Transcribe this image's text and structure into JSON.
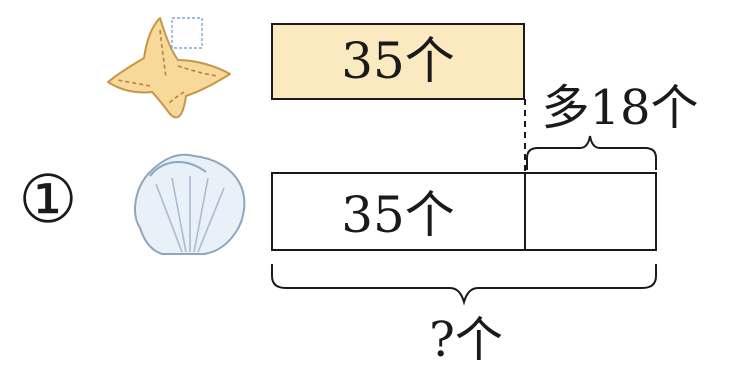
{
  "problem": {
    "number": "①"
  },
  "rows": [
    {
      "item": "starfish",
      "icon": "starfish-icon",
      "label": "35个",
      "fill": "#fbe9bf"
    },
    {
      "item": "shell",
      "icon": "shell-icon",
      "label": "35个",
      "fill": "#ffffff"
    }
  ],
  "difference": {
    "label": "多18个"
  },
  "total": {
    "label": "?个"
  },
  "colors": {
    "stroke": "#1a1a1a",
    "starfish_fill": "#f7d99a",
    "shell_fill": "#e9f1f8"
  }
}
